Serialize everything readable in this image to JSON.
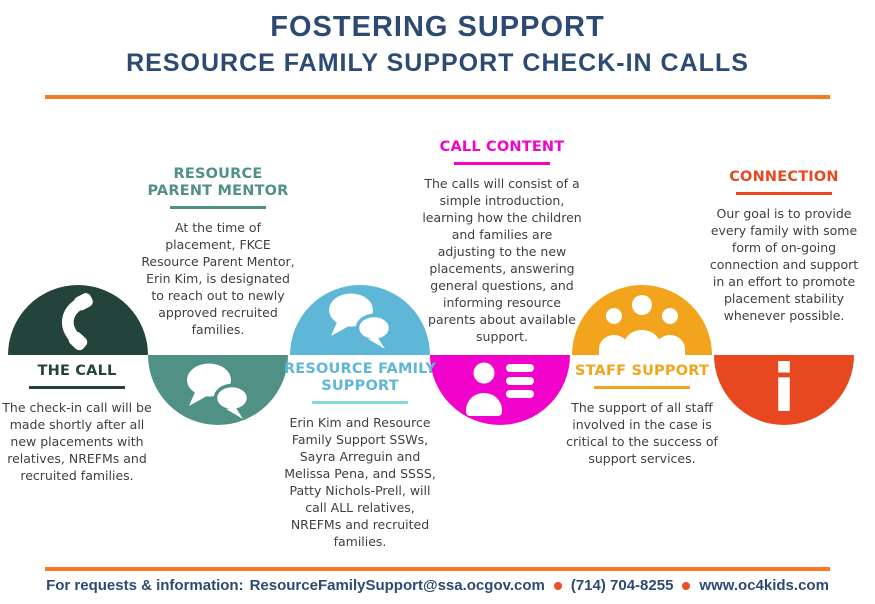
{
  "header": {
    "title": "FOSTERING SUPPORT",
    "subtitle": "RESOURCE FAMILY SUPPORT CHECK-IN CALLS"
  },
  "sections": [
    {
      "heading": "THE CALL",
      "body": "The check-in call will be made shortly after all new placements with relatives, NREFMs and recruited families.",
      "icon": "phone-icon",
      "color": "#24433a",
      "icon_position": "top"
    },
    {
      "heading": "RESOURCE PARENT MENTOR",
      "body": "At the time of placement, FKCE Resource Parent Mentor, Erin Kim, is designated to reach out to newly approved recruited families.",
      "icon": "speech-bubbles-icon",
      "color": "#4f9185",
      "icon_position": "bottom"
    },
    {
      "heading": "RESOURCE FAMILY SUPPORT",
      "body": "Erin Kim and Resource Family Support SSWs, Sayra Arreguin and Melissa Pena, and SSSS, Patty Nichols-Prell, will call ALL relatives, NREFMs and recruited families.",
      "icon": "speech-bubbles-icon",
      "color": "#5eb7d7",
      "underline_color": "#86d8d2",
      "icon_position": "top"
    },
    {
      "heading": "CALL CONTENT",
      "body": "The calls will consist of a simple introduction, learning how the children and families are adjusting to the new placements, answering general questions, and informing resource parents about available support.",
      "icon": "person-list-icon",
      "color": "#f203cc",
      "icon_position": "bottom"
    },
    {
      "heading": "STAFF SUPPORT",
      "body": "The support of all staff involved in the case is critical to the success of support services.",
      "icon": "people-group-icon",
      "color": "#f2a41c",
      "icon_position": "top"
    },
    {
      "heading": "CONNECTION",
      "body": "Our goal is to provide every family with some form of on-going connection and support in an effort to promote placement stability whenever possible.",
      "icon": "info-icon",
      "color": "#e8481f",
      "icon_position": "bottom"
    }
  ],
  "footer": {
    "label": "For requests & information:",
    "email": "ResourceFamilySupport@ssa.ocgov.com",
    "phone": "(714) 704-8255",
    "website": "www.oc4kids.com"
  },
  "colors": {
    "title_navy": "#2d4a73",
    "divider_orange": "#f47b20",
    "footer_dot": "#f04e23",
    "body_text": "#3f3f3f"
  }
}
